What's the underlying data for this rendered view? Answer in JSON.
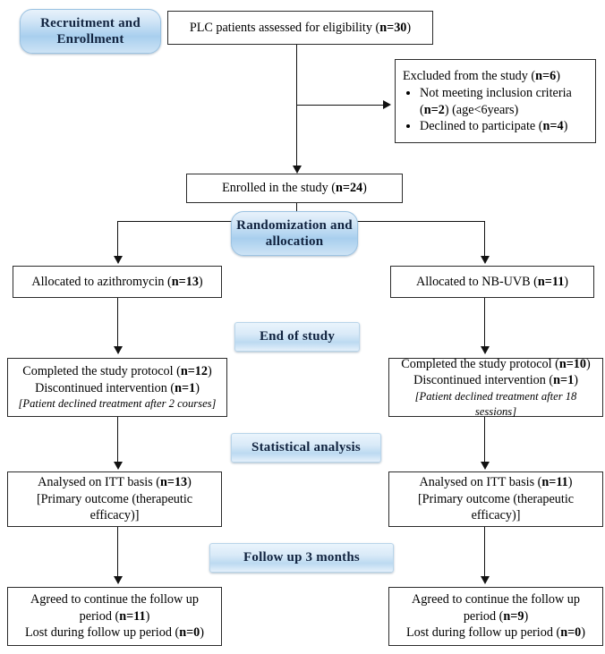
{
  "diagram": {
    "title": "CONSORT participant flow diagram",
    "stage_color": "#a8cfee",
    "box_border_color": "#2b2b2b",
    "connector_color": "#111111"
  },
  "stages": {
    "recruitment": "Recruitment and Enrollment",
    "randomization": "Randomization and allocation",
    "end_of_study": "End of study",
    "statistical_analysis": "Statistical analysis",
    "follow_up": "Follow up 3 months"
  },
  "nodes": {
    "assessed": {
      "line1_a": "PLC patients assessed for eligibility (",
      "line1_n": "n=30",
      "line1_b": ")"
    },
    "excluded": {
      "heading_a": "Excluded from the study (",
      "heading_n": "n=6",
      "heading_b": ")",
      "item1_a": "Not meeting inclusion criteria (",
      "item1_n": "n=2",
      "item1_b": ") (age<6years)",
      "item2_a": "Declined to participate (",
      "item2_n": "n=4",
      "item2_b": ")"
    },
    "enrolled": {
      "line1_a": "Enrolled in the study (",
      "line1_n": "n=24",
      "line1_b": ")"
    },
    "alloc_left": {
      "line1_a": "Allocated to azithromycin (",
      "line1_n": "n=13",
      "line1_b": ")"
    },
    "alloc_right": {
      "line1_a": "Allocated to NB-UVB (",
      "line1_n": "n=11",
      "line1_b": ")"
    },
    "completed_left": {
      "line1_a": "Completed the study protocol (",
      "line1_n": "n=12",
      "line1_b": ")",
      "line2_a": "Discontinued intervention (",
      "line2_n": "n=1",
      "line2_b": ")",
      "line3": "[Patient declined treatment after 2 courses]"
    },
    "completed_right": {
      "line1_a": "Completed the study protocol (",
      "line1_n": "n=10",
      "line1_b": ")",
      "line2_a": "Discontinued intervention (",
      "line2_n": "n=1",
      "line2_b": ")",
      "line3": "[Patient declined treatment after 18 sessions]"
    },
    "analysed_left": {
      "line1_a": "Analysed on ITT basis (",
      "line1_n": "n=13",
      "line1_b": ")",
      "line2": "[Primary outcome (therapeutic efficacy)]"
    },
    "analysed_right": {
      "line1_a": "Analysed on ITT basis (",
      "line1_n": "n=11",
      "line1_b": ")",
      "line2": "[Primary outcome (therapeutic efficacy)]"
    },
    "followup_left": {
      "line1_a": "Agreed to continue the follow up period (",
      "line1_n": "n=11",
      "line1_b": ")",
      "line2_a": "Lost during follow up period (",
      "line2_n": "n=0",
      "line2_b": ")"
    },
    "followup_right": {
      "line1_a": "Agreed to continue the follow up period (",
      "line1_n": "n=9",
      "line1_b": ")",
      "line2_a": "Lost during follow up period (",
      "line2_n": "n=0",
      "line2_b": ")"
    }
  }
}
